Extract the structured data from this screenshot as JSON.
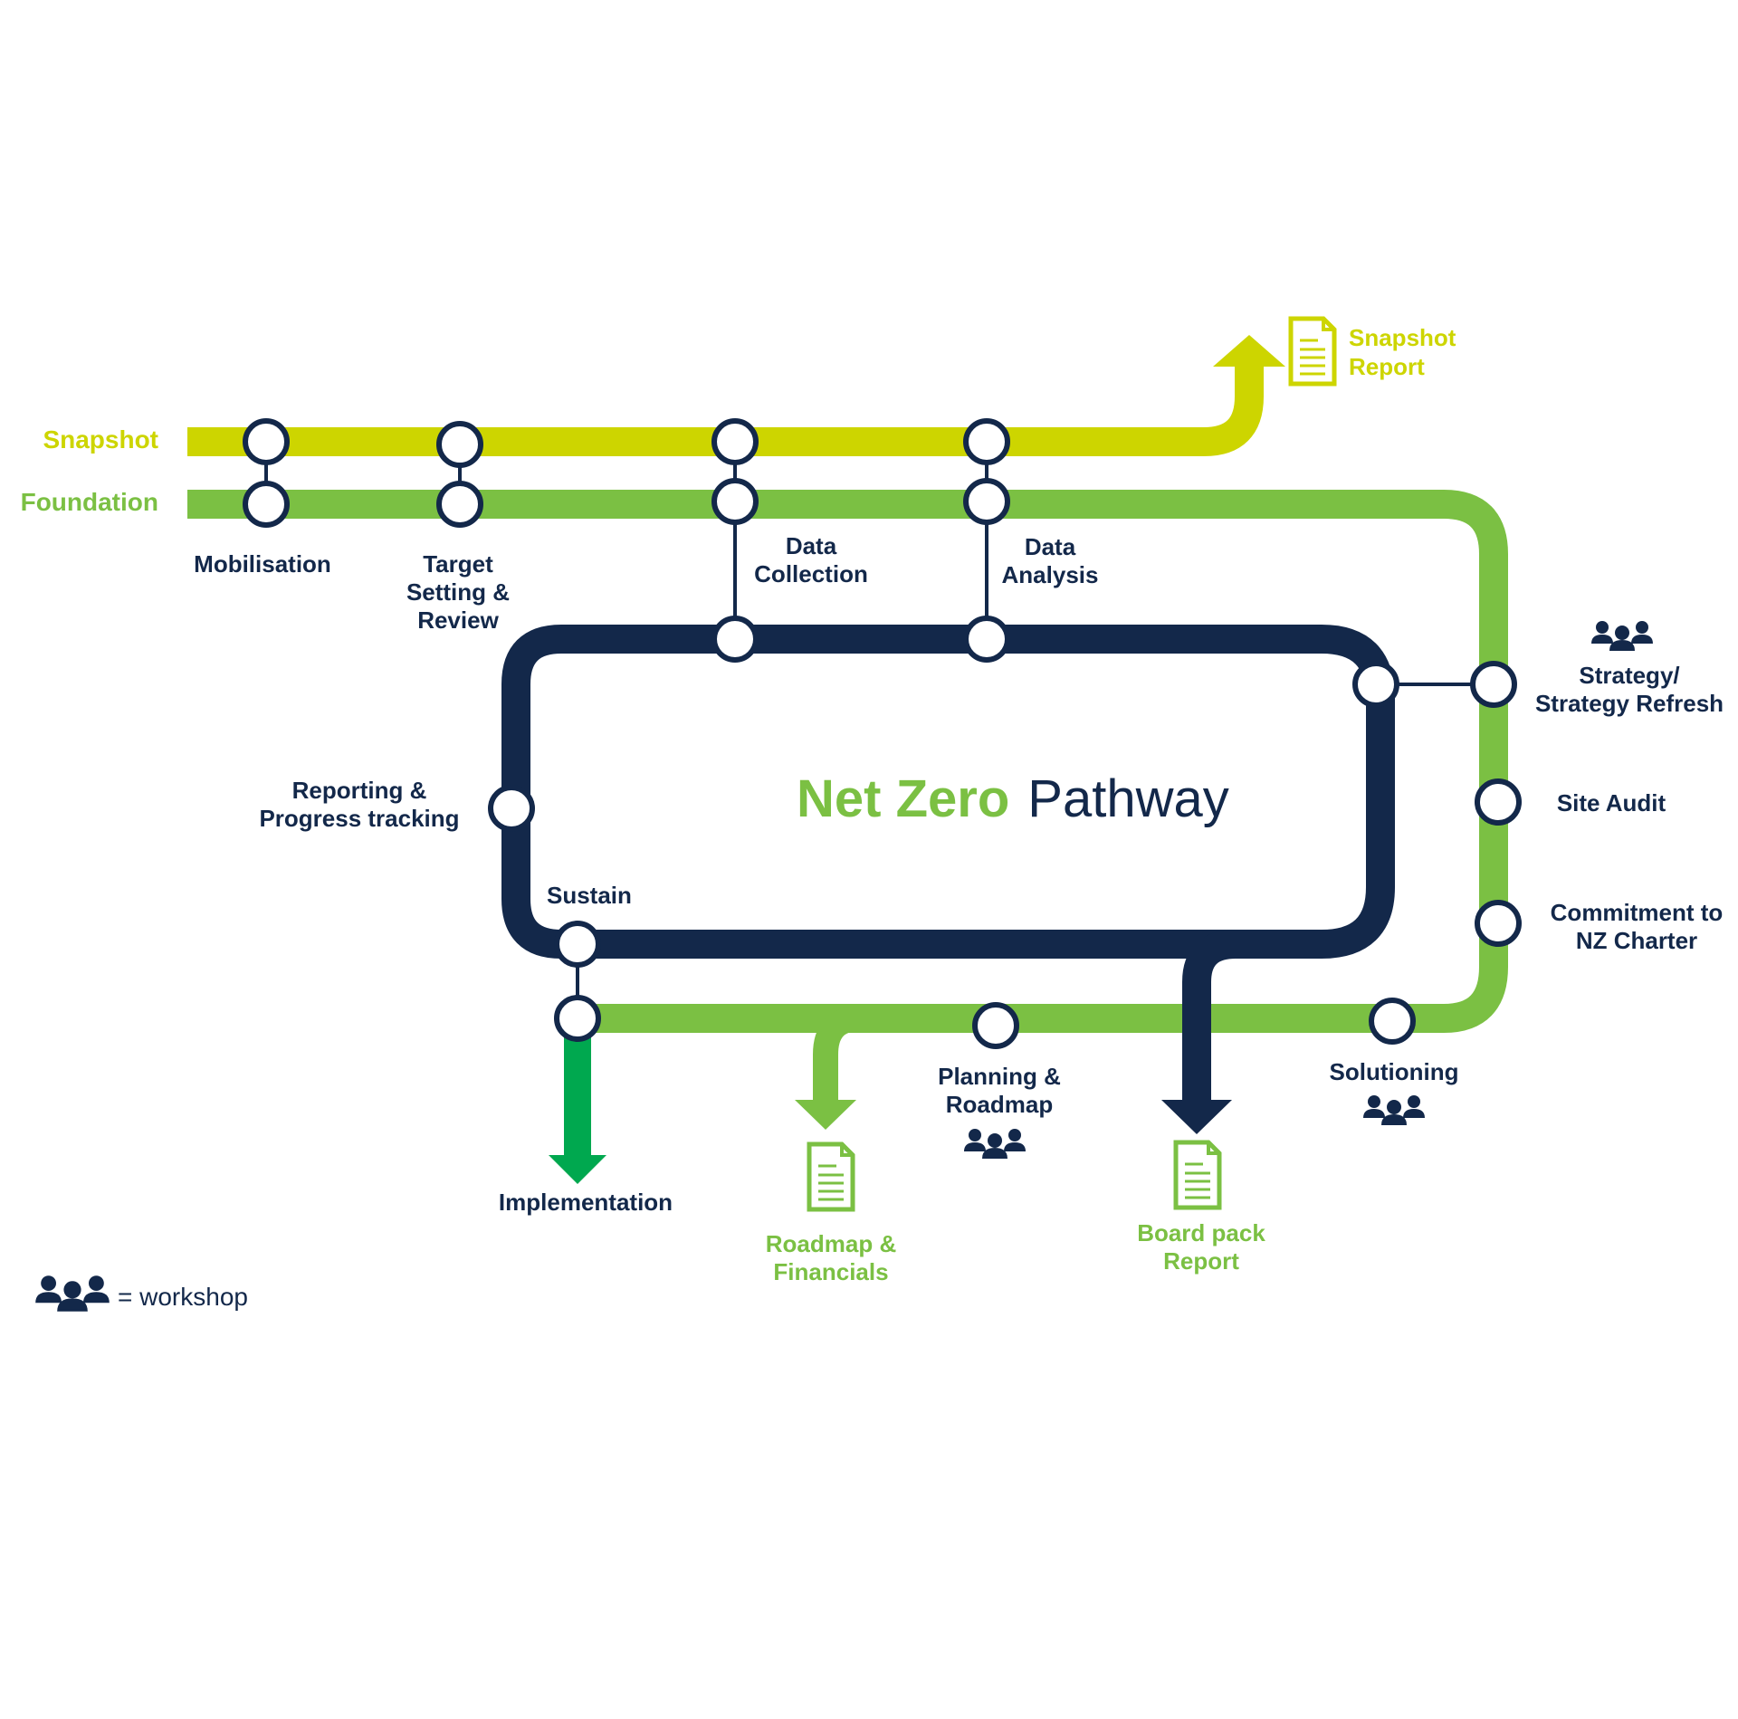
{
  "colors": {
    "snapshot_line": "#cdd500",
    "foundation_line": "#7bc043",
    "sustain_line": "#13284a",
    "implementation_arrow": "#00a84f"
  },
  "lines": {
    "snapshot": "Snapshot",
    "foundation": "Foundation",
    "sustain": "Sustain"
  },
  "title": {
    "part1": "Net Zero",
    "part2": "Pathway"
  },
  "stations": {
    "mobilisation": "Mobilisation",
    "target_1": "Target",
    "target_2": "Setting &",
    "target_3": "Review",
    "data_collection_1": "Data",
    "data_collection_2": "Collection",
    "data_analysis_1": "Data",
    "data_analysis_2": "Analysis",
    "strategy_1": "Strategy/",
    "strategy_2": "Strategy Refresh",
    "site_audit": "Site Audit",
    "commitment_1": "Commitment to",
    "commitment_2": "NZ Charter",
    "reporting_1": "Reporting &",
    "reporting_2": "Progress tracking",
    "planning_1": "Planning &",
    "planning_2": "Roadmap",
    "solutioning": "Solutioning",
    "implementation": "Implementation"
  },
  "outputs": {
    "snapshot_report_1": "Snapshot",
    "snapshot_report_2": "Report",
    "roadmap_1": "Roadmap &",
    "roadmap_2": "Financials",
    "board_1": "Board pack",
    "board_2": "Report"
  },
  "icons": {
    "workshop": "people-group-icon",
    "report": "document-icon"
  },
  "legend": {
    "text": "= workshop"
  }
}
